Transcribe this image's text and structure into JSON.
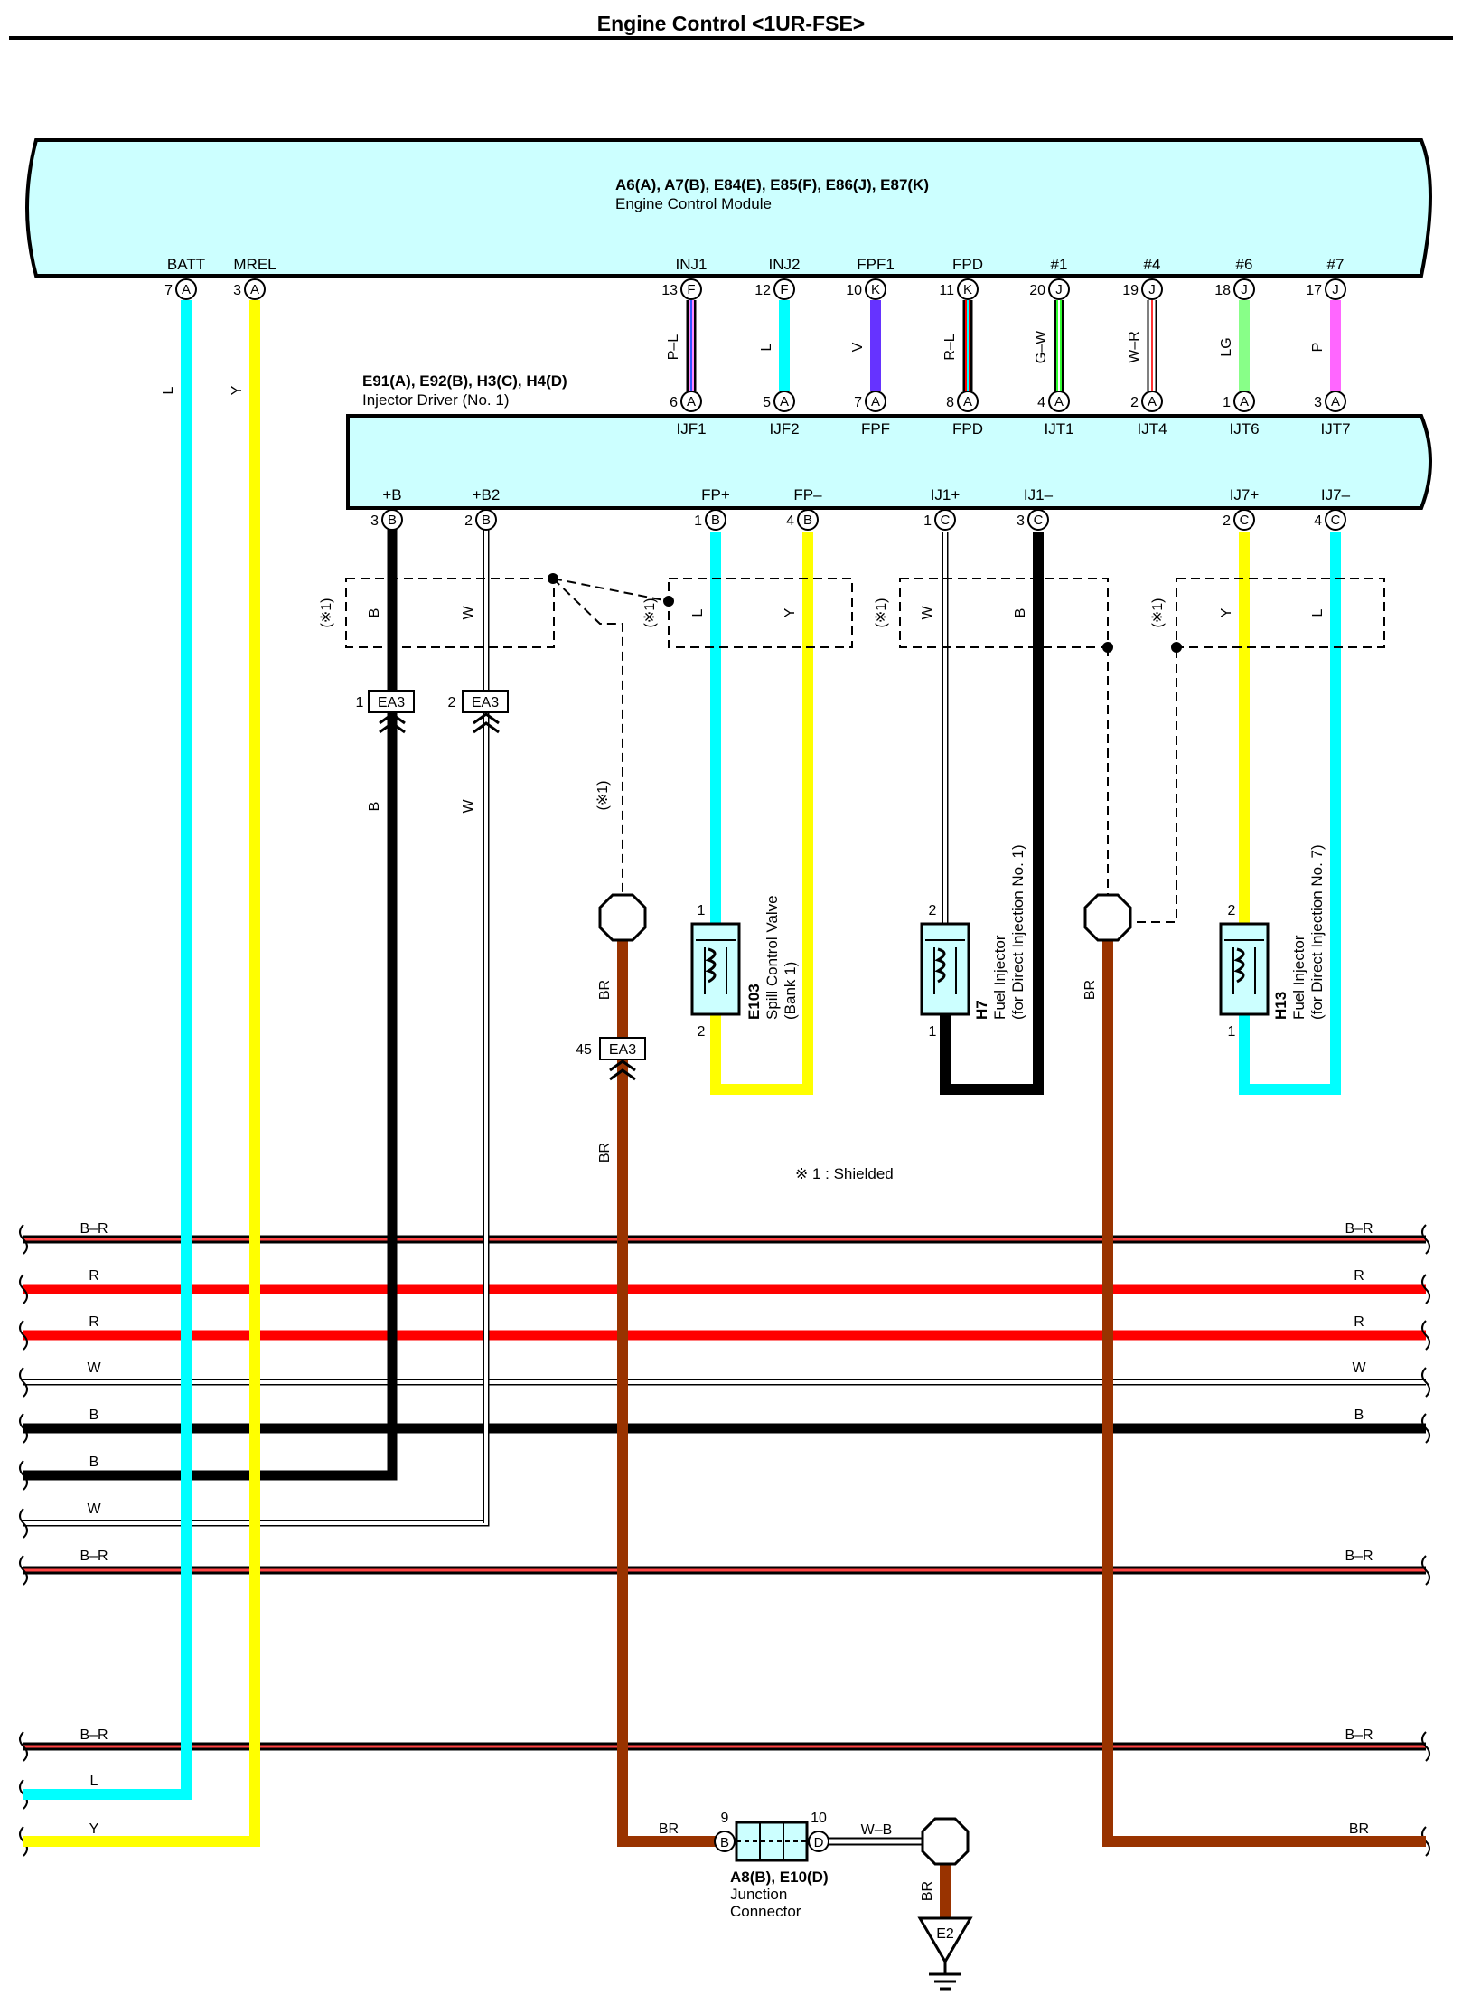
{
  "title": "Engine Control <1UR-FSE>",
  "ecm": {
    "connectors": "A6(A), A7(B), E84(E), E85(F), E86(J), E87(K)",
    "name": "Engine Control Module",
    "pins": [
      {
        "label": "BATT",
        "num": "7",
        "letter": "A"
      },
      {
        "label": "MREL",
        "num": "3",
        "letter": "A"
      },
      {
        "label": "INJ1",
        "num": "13",
        "letter": "F"
      },
      {
        "label": "INJ2",
        "num": "12",
        "letter": "F"
      },
      {
        "label": "FPF1",
        "num": "10",
        "letter": "K"
      },
      {
        "label": "FPD",
        "num": "11",
        "letter": "K"
      },
      {
        "label": "#1",
        "num": "20",
        "letter": "J"
      },
      {
        "label": "#4",
        "num": "19",
        "letter": "J"
      },
      {
        "label": "#6",
        "num": "18",
        "letter": "J"
      },
      {
        "label": "#7",
        "num": "17",
        "letter": "J"
      }
    ]
  },
  "driver": {
    "connectors": "E91(A), E92(B), H3(C), H4(D)",
    "name": "Injector Driver (No. 1)",
    "top_pins": [
      {
        "label": "IJF1",
        "num": "6",
        "letter": "A"
      },
      {
        "label": "IJF2",
        "num": "5",
        "letter": "A"
      },
      {
        "label": "FPF",
        "num": "7",
        "letter": "A"
      },
      {
        "label": "FPD",
        "num": "8",
        "letter": "A"
      },
      {
        "label": "IJT1",
        "num": "4",
        "letter": "A"
      },
      {
        "label": "IJT4",
        "num": "2",
        "letter": "A"
      },
      {
        "label": "IJT6",
        "num": "1",
        "letter": "A"
      },
      {
        "label": "IJT7",
        "num": "3",
        "letter": "A"
      }
    ],
    "bottom_pins": [
      {
        "label": "+B",
        "num": "3",
        "letter": "B"
      },
      {
        "label": "+B2",
        "num": "2",
        "letter": "B"
      },
      {
        "label": "FP+",
        "num": "1",
        "letter": "B"
      },
      {
        "label": "FP–",
        "num": "4",
        "letter": "B"
      },
      {
        "label": "IJ1+",
        "num": "1",
        "letter": "C"
      },
      {
        "label": "IJ1–",
        "num": "3",
        "letter": "C"
      },
      {
        "label": "IJ7+",
        "num": "2",
        "letter": "C"
      },
      {
        "label": "IJ7–",
        "num": "4",
        "letter": "C"
      }
    ]
  },
  "wire_colors": {
    "L": "#00ffff",
    "Y": "#ffff00",
    "B": "#000000",
    "W": "#ffffff",
    "BR": "#993300",
    "P-L": "#ff88ff",
    "V": "#6633ff",
    "R-L": "#ff0000",
    "G-W": "#33ff33",
    "W-R": "#ff3333",
    "LG": "#88ff88",
    "P": "#ff66ff",
    "R": "#ff0000",
    "B-R": "#000000"
  },
  "wire_labels": {
    "batt": "L",
    "mrel": "Y",
    "ecm_to_driver": [
      "P–L",
      "L",
      "V",
      "R–L",
      "G–W",
      "W–R",
      "LG",
      "P"
    ],
    "plus_b": "B",
    "plus_b2": "W",
    "fp_plus": "L",
    "fp_minus": "Y",
    "ij1_plus": "W",
    "ij1_minus": "B",
    "ij7_plus": "Y",
    "ij7_minus": "L",
    "shield_left": "BR",
    "shield_right": "BR",
    "ground": "BR",
    "wb": "W–B"
  },
  "shield_mark": "(※1)",
  "shield_note": "※ 1 : Shielded",
  "connectors_inline": {
    "ea3_1": {
      "num": "1",
      "label": "EA3"
    },
    "ea3_2": {
      "num": "2",
      "label": "EA3"
    },
    "ea3_45": {
      "num": "45",
      "label": "EA3"
    }
  },
  "components": {
    "e103": {
      "code": "E103",
      "line1": "Spill Control Valve",
      "line2": "(Bank 1)",
      "pin_top": "1",
      "pin_bot": "2"
    },
    "h7": {
      "code": "H7",
      "line1": "Fuel Injector",
      "line2": "(for Direct Injection No. 1)",
      "pin_top": "2",
      "pin_bot": "1"
    },
    "h13": {
      "code": "H13",
      "line1": "Fuel Injector",
      "line2": "(for Direct Injection No. 7)",
      "pin_top": "2",
      "pin_bot": "1"
    }
  },
  "junction": {
    "code": "A8(B), E10(D)",
    "line1": "Junction",
    "line2": "Connector",
    "left": {
      "num": "9",
      "letter": "B"
    },
    "right": {
      "num": "10",
      "letter": "D"
    }
  },
  "ground_label": "E2",
  "harness": {
    "upper": [
      {
        "label": "B–R",
        "color": "#000000"
      },
      {
        "label": "R",
        "color": "#ff0000"
      },
      {
        "label": "R",
        "color": "#ff0000"
      },
      {
        "label": "W",
        "color": "#ffffff"
      },
      {
        "label": "B",
        "color": "#000000"
      }
    ],
    "left_only": [
      {
        "label": "B",
        "color": "#000000"
      },
      {
        "label": "W",
        "color": "#ffffff"
      }
    ],
    "bottom_br": {
      "label": "B–R",
      "color": "#000000"
    },
    "lower_br": {
      "label": "B–R",
      "color": "#000000"
    },
    "lower": [
      {
        "label": "L"
      },
      {
        "label": "Y"
      },
      {
        "label": "BR"
      }
    ]
  }
}
